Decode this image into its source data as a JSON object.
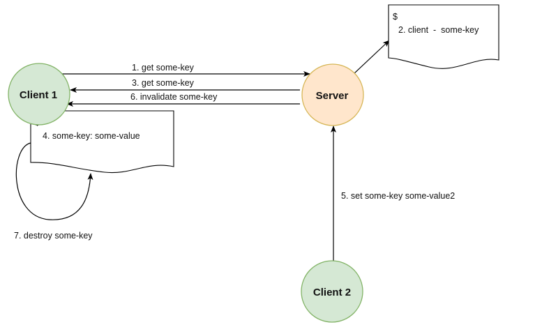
{
  "colors": {
    "client_fill": "#d5e8d4",
    "client_stroke": "#82b366",
    "server_fill": "#ffe6cc",
    "server_stroke": "#d6b656",
    "line": "#000000"
  },
  "nodes": {
    "client1": "Client 1",
    "server": "Server",
    "client2": "Client 2"
  },
  "server_cache": {
    "prompt": "$",
    "entry": "2. client  -  some-key"
  },
  "client1_cache": {
    "prompt": "$",
    "entry": "4. some-key: some-value"
  },
  "messages": {
    "m1": "1. get some-key",
    "m3": "3. get some-key",
    "m6": "6. invalidate some-key",
    "m5": "5. set some-key some-value2",
    "m7": "7. destroy some-key"
  }
}
